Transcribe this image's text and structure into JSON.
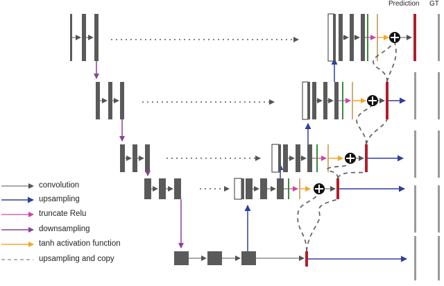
{
  "header": {
    "prediction": "Prediction",
    "gt": "GT"
  },
  "legend": [
    {
      "key": "convolution",
      "label": "convolution",
      "color": "#555555",
      "style": "solid"
    },
    {
      "key": "upsampling",
      "label": "upsampling",
      "color": "#2e3f9e",
      "style": "solid"
    },
    {
      "key": "truncate-relu",
      "label": "truncate Relu",
      "color": "#cc44aa",
      "style": "solid"
    },
    {
      "key": "downsampling",
      "label": "downsampling",
      "color": "#8a3f9e",
      "style": "solid"
    },
    {
      "key": "tanh",
      "label": "tanh activation function",
      "color": "#f5a623",
      "style": "solid"
    },
    {
      "key": "upsampling-copy",
      "label": "upsampling and copy",
      "color": "#999999",
      "style": "dashed"
    }
  ],
  "colors": {
    "feature_map": "#5a5a5a",
    "relu_bar": "#3b8a3b",
    "tanh_bar": "#c8b078",
    "output_bar": "#b01e2a",
    "prediction_bar": "#b01e2a",
    "gt_bar": "#9a9a9a",
    "skip_dots": "#555555"
  },
  "icons": {
    "merge": "plus-circle-icon"
  }
}
